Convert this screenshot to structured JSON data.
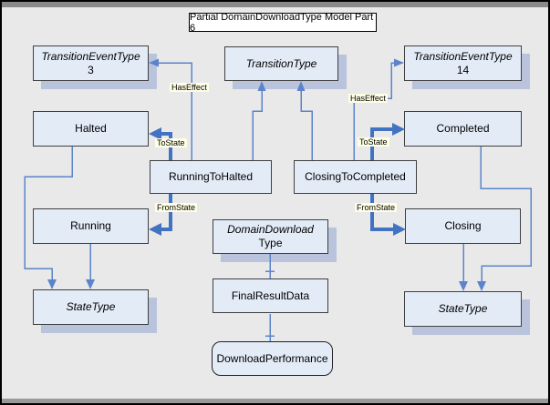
{
  "diagram": {
    "title": "Partial DomainDownloadType Model Part 6",
    "nodes": {
      "tet3": {
        "line1": "TransitionEventType",
        "line2": "3"
      },
      "transition_type": {
        "label": "TransitionType"
      },
      "tet14": {
        "line1": "TransitionEventType",
        "line2": "14"
      },
      "halted": {
        "label": "Halted"
      },
      "completed": {
        "label": "Completed"
      },
      "running_to_halted": {
        "label": "RunningToHalted"
      },
      "closing_to_completed": {
        "label": "ClosingToCompleted"
      },
      "running": {
        "label": "Running"
      },
      "domain_download_type": {
        "line1": "DomainDownload",
        "line2": "Type"
      },
      "closing": {
        "label": "Closing"
      },
      "state_type_left": {
        "label": "StateType"
      },
      "final_result_data": {
        "label": "FinalResultData"
      },
      "state_type_right": {
        "label": "StateType"
      },
      "download_performance": {
        "label": "DownloadPerformance"
      }
    },
    "edge_labels": {
      "has_effect_left": "HasEffect",
      "has_effect_right": "HasEffect",
      "to_state_left": "ToState",
      "to_state_right": "ToState",
      "from_state_left": "FromState",
      "from_state_right": "FromState"
    },
    "colors": {
      "background": "#e9e9e9",
      "node_fill": "#e3ebf7",
      "node_border": "#3f3f3f",
      "node_shadow": "#b9c4dc",
      "connector_thin": "#5b84cb",
      "connector_thick": "#4273c2",
      "edge_label_bg": "#ffffe6"
    }
  }
}
